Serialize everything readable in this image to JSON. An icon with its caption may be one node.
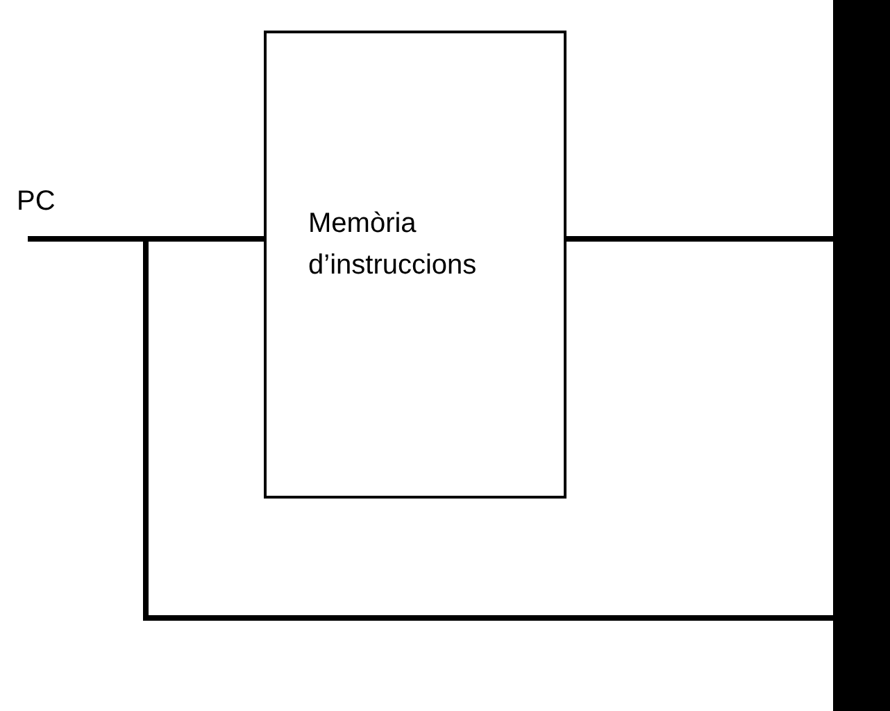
{
  "diagram": {
    "nodes": [
      {
        "text": [
          "PC"
        ]
      },
      {
        "text": [
          "Memòria d’instruccions"
        ]
      },
      {
        "text": [],
        "shape": "bar"
      }
    ],
    "edges": [
      {
        "from": 0,
        "to": 1,
        "arrow": "none"
      },
      {
        "from": 0,
        "to": 2,
        "arrow": "none"
      },
      {
        "from": 1,
        "to": 2,
        "arrow": "none"
      }
    ]
  }
}
